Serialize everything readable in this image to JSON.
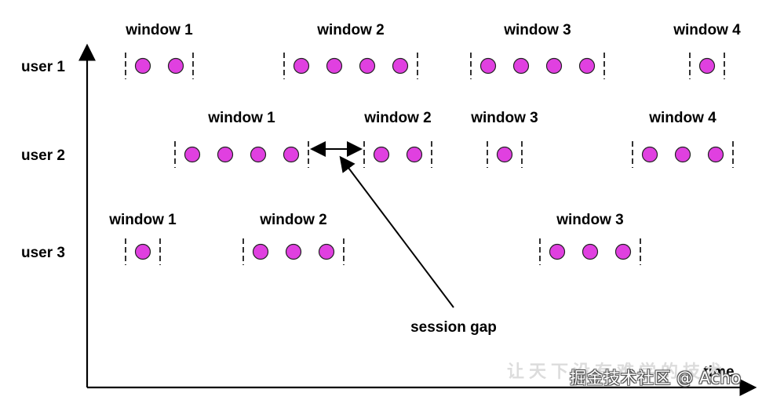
{
  "colors": {
    "dot_fill": "#e040e0",
    "dot_stroke": "#222222",
    "axis": "#000000"
  },
  "x_axis_label": "time",
  "session_gap_label": "session gap",
  "watermark": "掘金技术社区 @ Acho",
  "users": [
    {
      "label": "user 1",
      "windows": [
        {
          "label": "window 1",
          "events": 2
        },
        {
          "label": "window 2",
          "events": 4
        },
        {
          "label": "window 3",
          "events": 4
        },
        {
          "label": "window 4",
          "events": 1
        }
      ]
    },
    {
      "label": "user 2",
      "windows": [
        {
          "label": "window 1",
          "events": 4
        },
        {
          "label": "window 2",
          "events": 2
        },
        {
          "label": "window 3",
          "events": 1
        },
        {
          "label": "window 4",
          "events": 3
        }
      ]
    },
    {
      "label": "user 3",
      "windows": [
        {
          "label": "window 1",
          "events": 1
        },
        {
          "label": "window 2",
          "events": 3
        },
        {
          "label": "window 3",
          "events": 3
        }
      ]
    }
  ]
}
